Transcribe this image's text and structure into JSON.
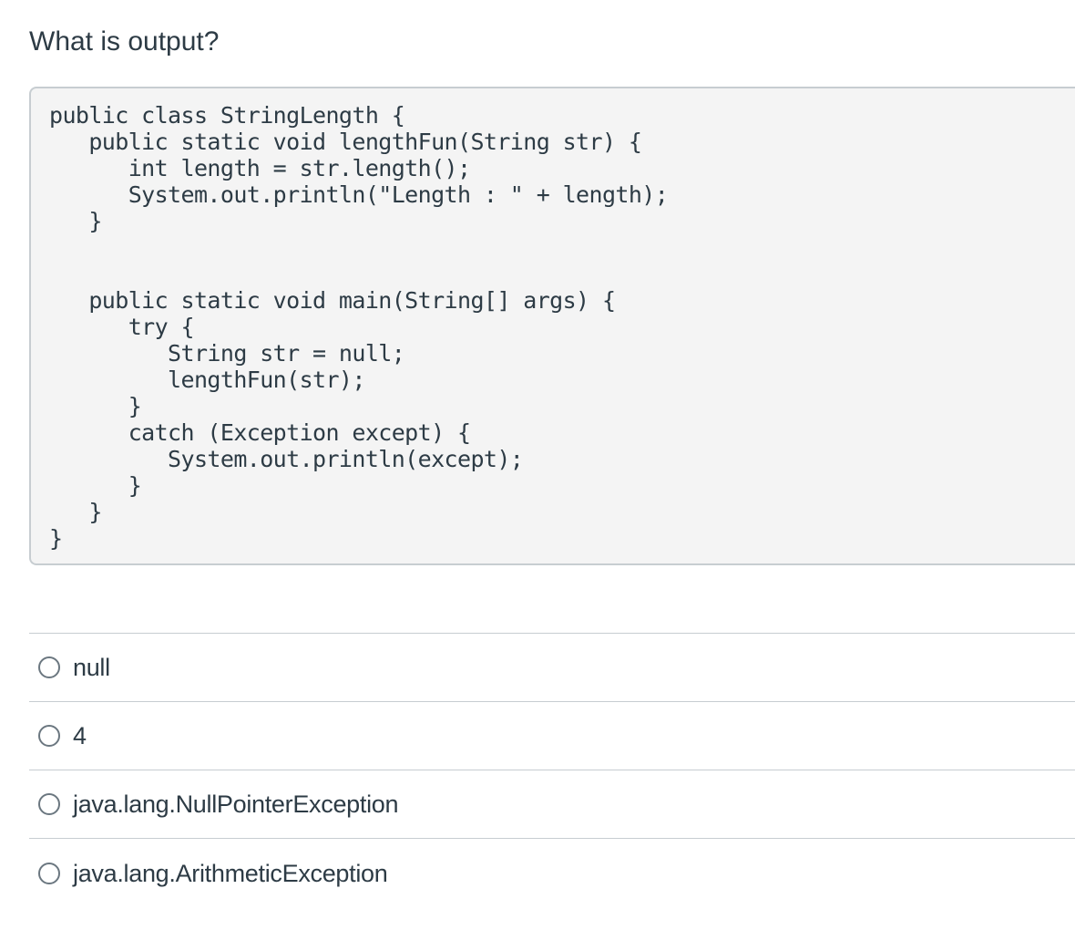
{
  "question": {
    "title": "What is output?",
    "code": "public class StringLength {\n   public static void lengthFun(String str) {\n      int length = str.length();\n      System.out.println(\"Length : \" + length);\n   }\n\n\n   public static void main(String[] args) {\n      try {\n         String str = null;\n         lengthFun(str);\n      }\n      catch (Exception except) {\n         System.out.println(except);\n      }\n   }\n}"
  },
  "answers": [
    {
      "label": "null",
      "selected": false
    },
    {
      "label": "4",
      "selected": false
    },
    {
      "label": "java.lang.NullPointerException",
      "selected": false
    },
    {
      "label": "java.lang.ArithmeticException",
      "selected": false
    }
  ],
  "colors": {
    "text": "#2d3b45",
    "code_background": "#f4f4f4",
    "border": "#c7cdd1",
    "radio_border": "#6b7780"
  }
}
